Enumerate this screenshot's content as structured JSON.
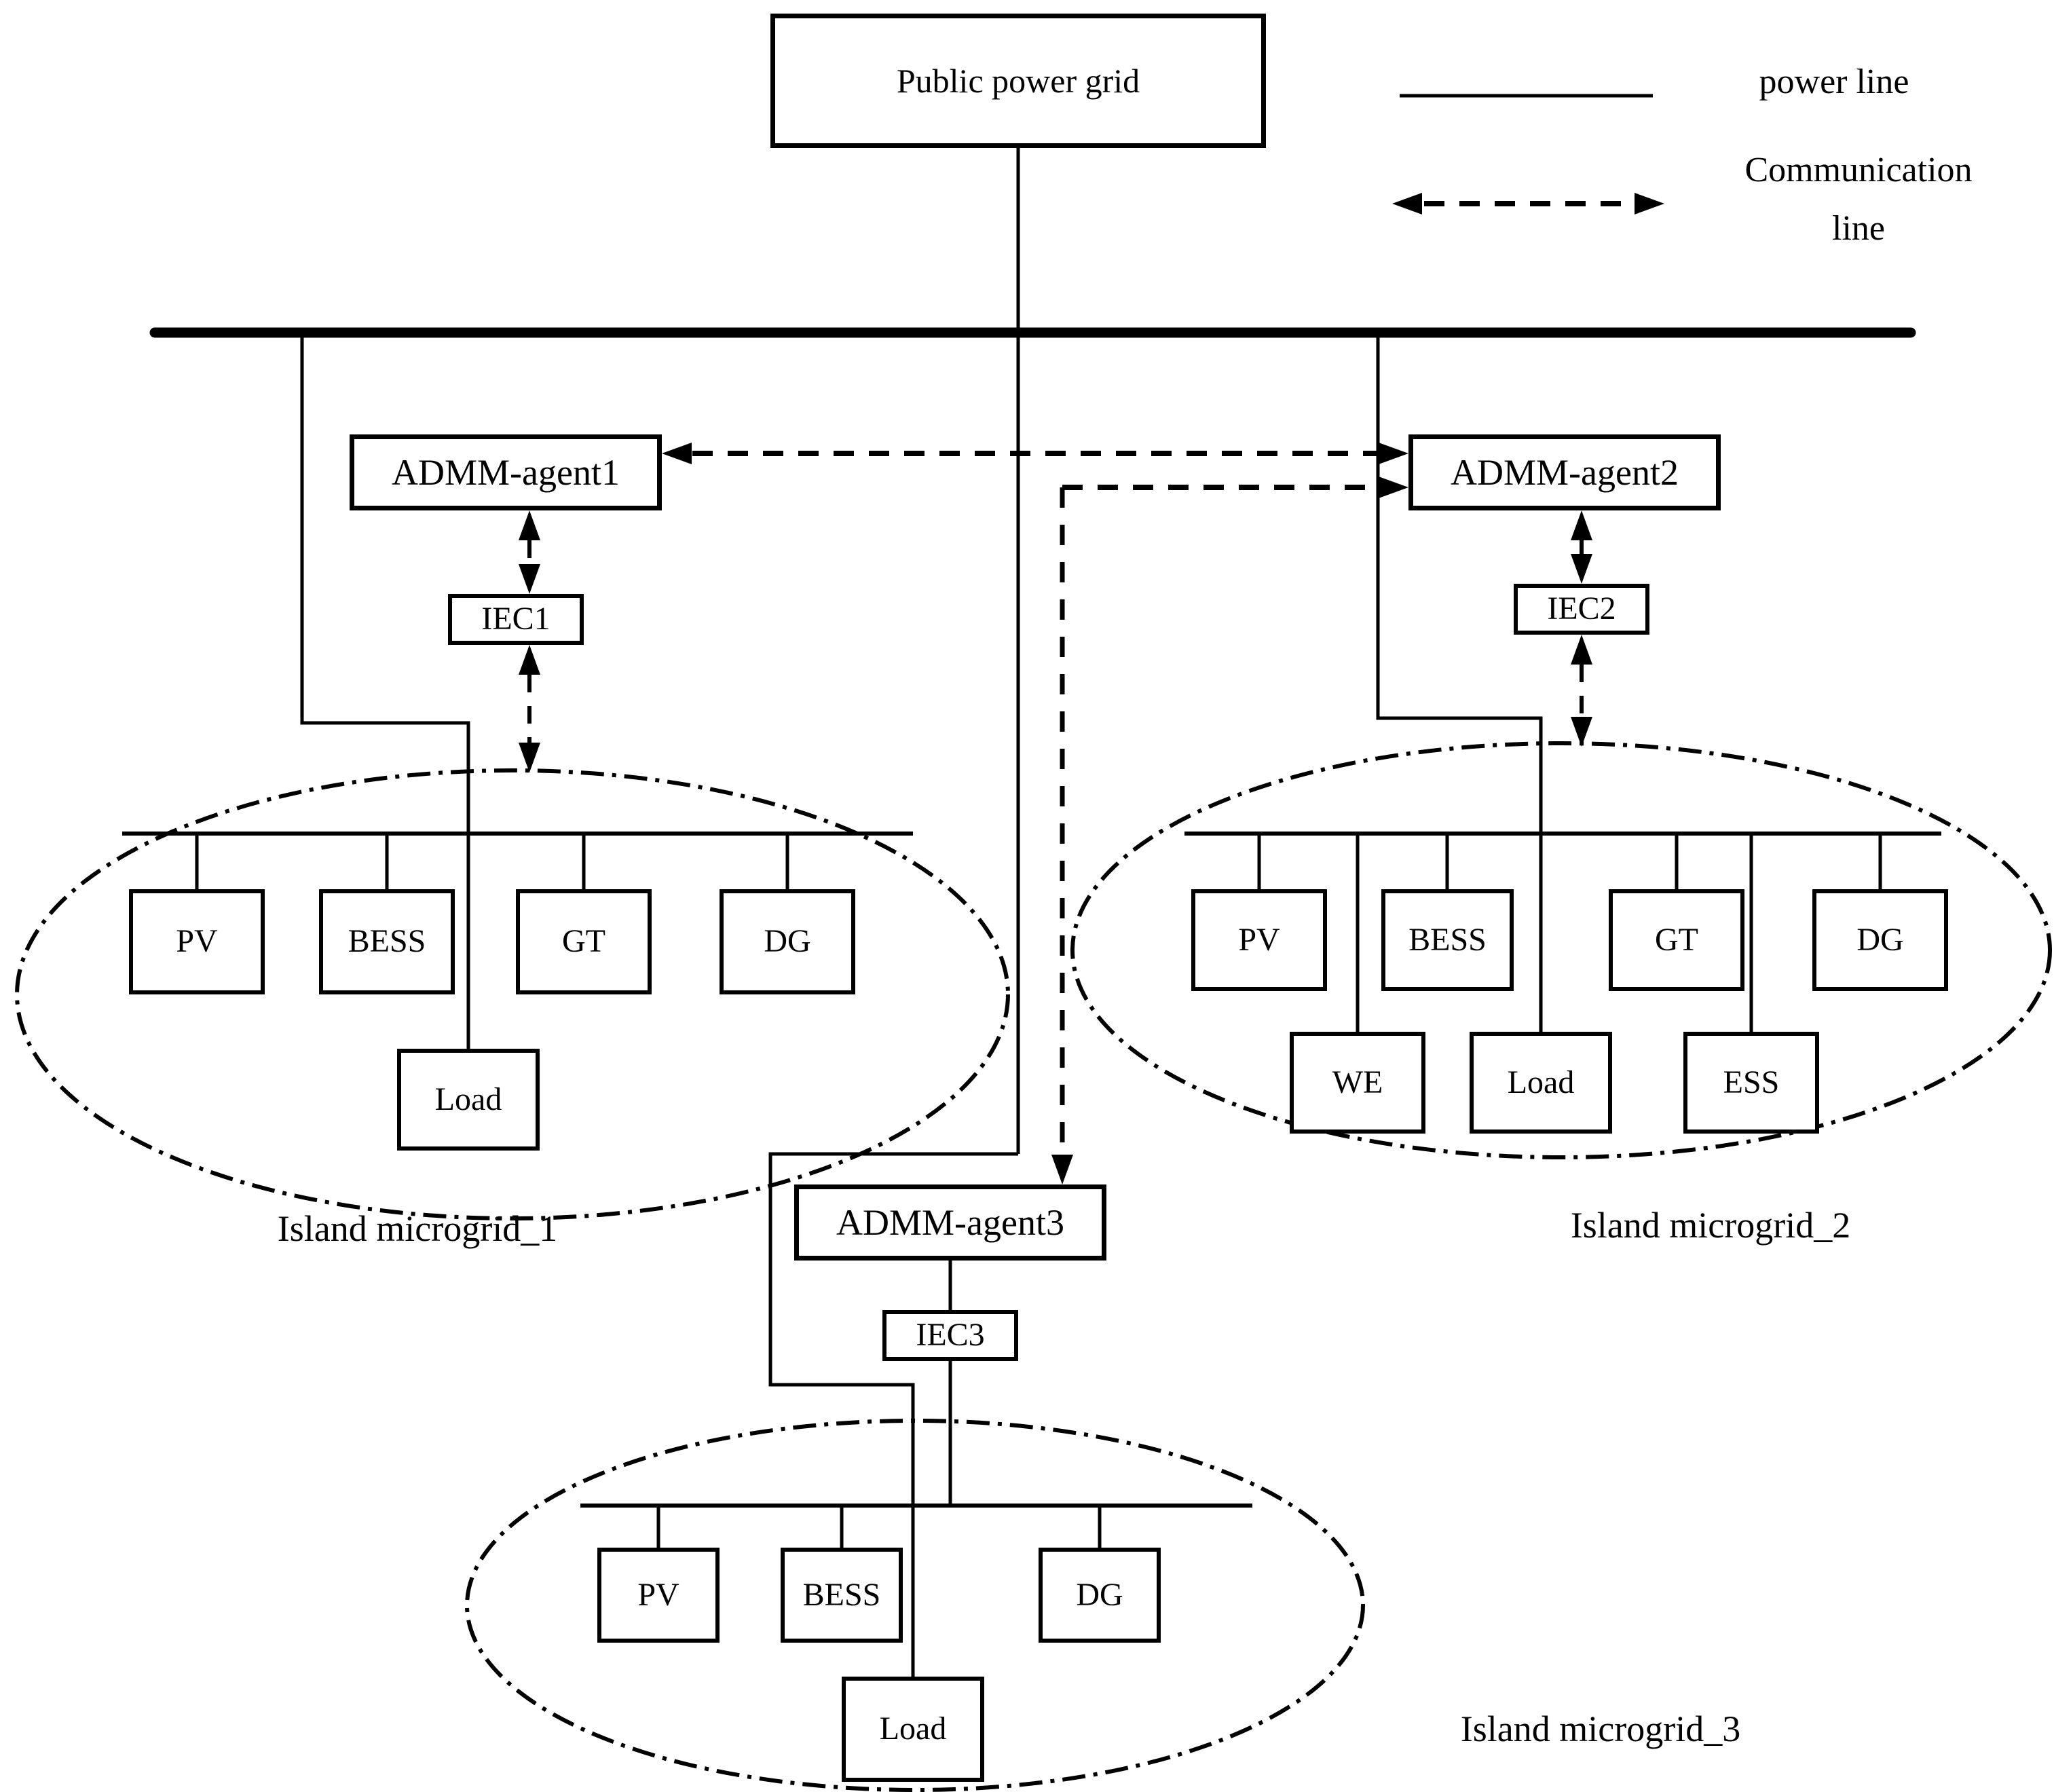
{
  "diagram": {
    "top": {
      "public_grid": "Public power grid"
    },
    "legend": {
      "power_line": "power line",
      "communication_line": [
        "Communication",
        "line"
      ]
    },
    "agents": {
      "a1": "ADMM-agent1",
      "a2": "ADMM-agent2",
      "a3": "ADMM-agent3"
    },
    "controllers": {
      "iec1": "IEC1",
      "iec2": "IEC2",
      "iec3": "IEC3"
    },
    "microgrids": {
      "mg1": {
        "label": "Island microgrid_1",
        "devices": {
          "pv": "PV",
          "bess": "BESS",
          "gt": "GT",
          "dg": "DG",
          "load": "Load"
        }
      },
      "mg2": {
        "label": "Island microgrid_2",
        "devices": {
          "pv": "PV",
          "bess": "BESS",
          "gt": "GT",
          "dg": "DG",
          "we": "WE",
          "load": "Load",
          "ess": "ESS"
        }
      },
      "mg3": {
        "label": "Island microgrid_3",
        "devices": {
          "pv": "PV",
          "bess": "BESS",
          "dg": "DG",
          "load": "Load"
        }
      }
    },
    "colors": {
      "foreground": "#000000",
      "background": "#ffffff"
    }
  }
}
